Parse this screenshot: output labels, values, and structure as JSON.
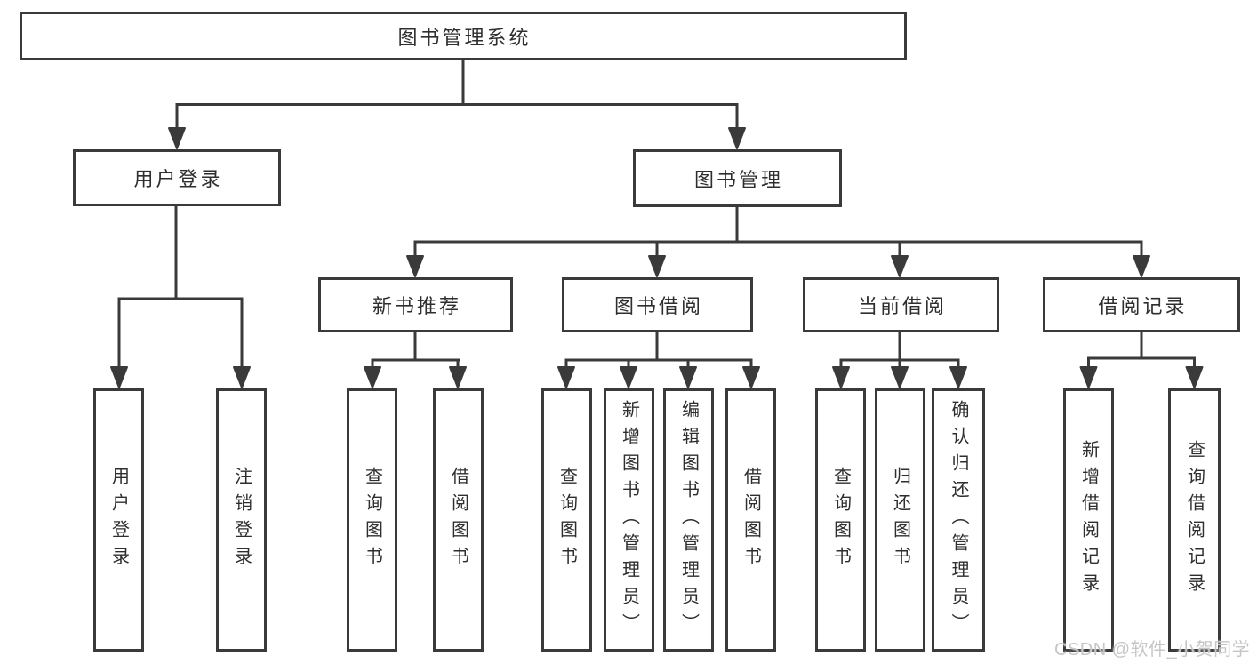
{
  "tree": {
    "label": "图书管理系统",
    "children": [
      {
        "label": "用户登录",
        "children": [
          {
            "label": "用户登录"
          },
          {
            "label": "注销登录"
          }
        ]
      },
      {
        "label": "图书管理",
        "children": [
          {
            "label": "新书推荐",
            "children": [
              {
                "label": "查询图书"
              },
              {
                "label": "借阅图书"
              }
            ]
          },
          {
            "label": "图书借阅",
            "children": [
              {
                "label": "查询图书"
              },
              {
                "label": "新增图书（管理员）"
              },
              {
                "label": "编辑图书（管理员）"
              },
              {
                "label": "借阅图书"
              }
            ]
          },
          {
            "label": "当前借阅",
            "children": [
              {
                "label": "查询图书"
              },
              {
                "label": "归还图书"
              },
              {
                "label": "确认归还（管理员）"
              }
            ]
          },
          {
            "label": "借阅记录",
            "children": [
              {
                "label": "新增借阅记录"
              },
              {
                "label": "查询借阅记录"
              }
            ]
          }
        ]
      }
    ]
  },
  "watermark": {
    "text": "CSDN @软件_小贺同学"
  },
  "colors": {
    "line": "#3a3a3a",
    "text": "#2e2e2e",
    "background": "#ffffff",
    "watermark": "#c6c6c6"
  }
}
